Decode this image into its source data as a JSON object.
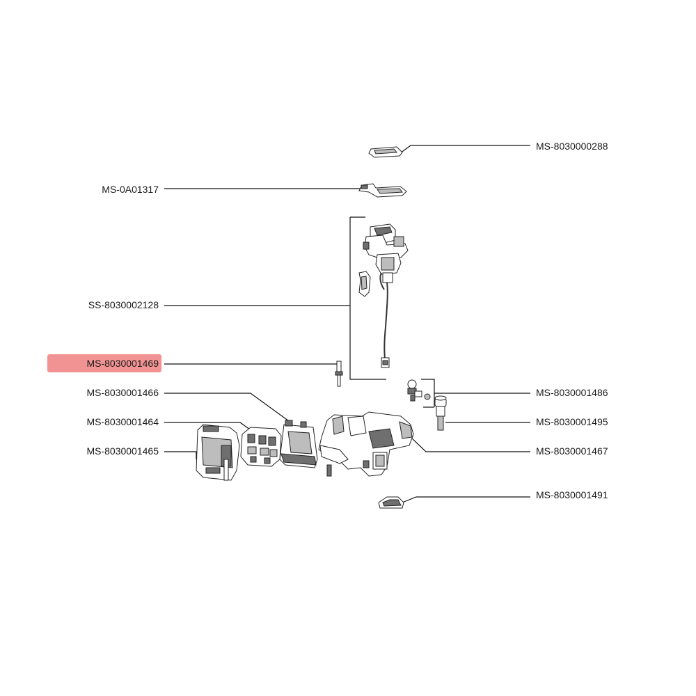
{
  "highlight_color": "#f08080",
  "callouts": {
    "ms_8030000288": "MS-8030000288",
    "ms_0a01317": "MS-0A01317",
    "ss_8030002128": "SS-8030002128",
    "ms_8030001469": "MS-8030001469",
    "ms_8030001466": "MS-8030001466",
    "ms_8030001486": "MS-8030001486",
    "ms_8030001464": "MS-8030001464",
    "ms_8030001495": "MS-8030001495",
    "ms_8030001465": "MS-8030001465",
    "ms_8030001467": "MS-8030001467",
    "ms_8030001491": "MS-8030001491"
  }
}
